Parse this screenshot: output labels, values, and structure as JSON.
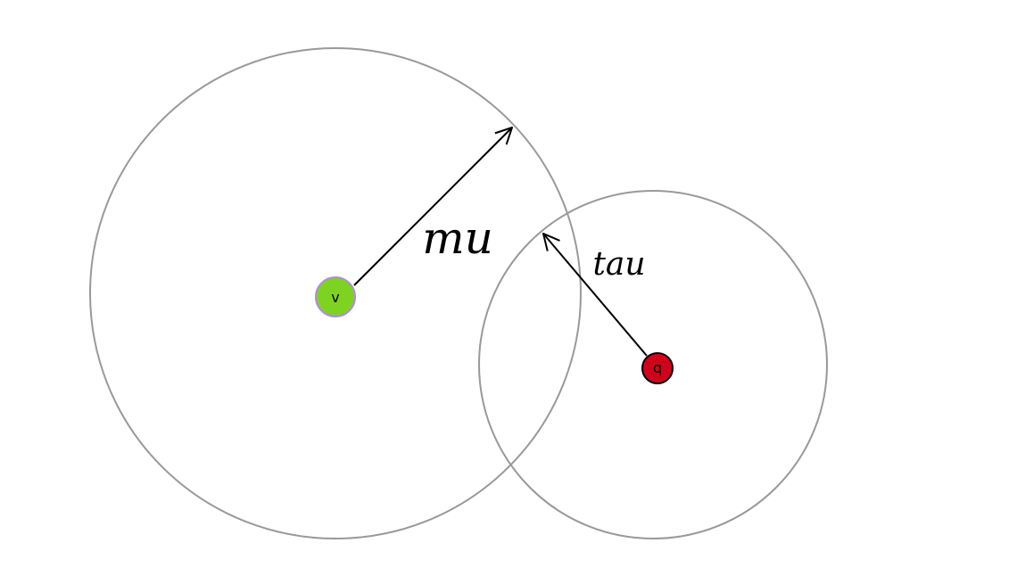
{
  "nodes": [
    {
      "label": "v",
      "fill": "#7ed321",
      "stroke": "#b38be0"
    },
    {
      "label": "q",
      "fill": "#d0021b",
      "stroke": "#000000"
    }
  ],
  "radii": [
    {
      "label": "mu"
    },
    {
      "label": "tau"
    }
  ],
  "colors": {
    "circle_outline": "#999999",
    "arrow": "#000000",
    "background": "#ffffff"
  }
}
